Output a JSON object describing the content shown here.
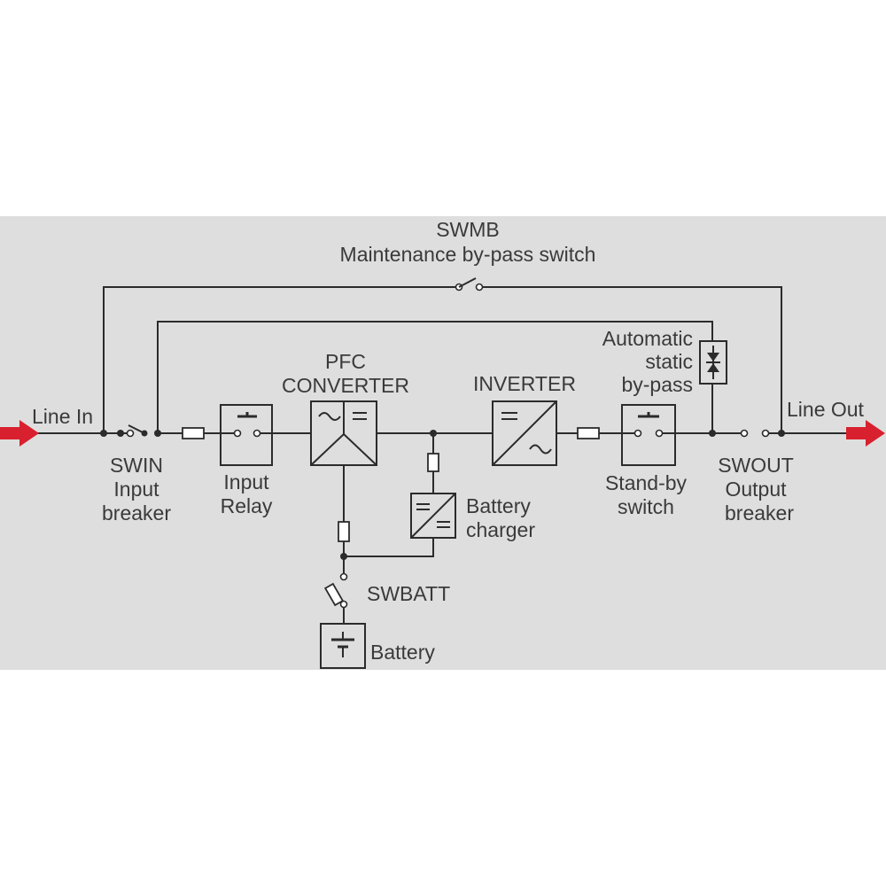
{
  "labels": {
    "swmb": "SWMB",
    "swmb_desc": "Maintenance by-pass switch",
    "line_in": "Line In",
    "line_out": "Line Out",
    "swin": "SWIN",
    "swin_l1": "Input",
    "swin_l2": "breaker",
    "input_relay_l1": "Input",
    "input_relay_l2": "Relay",
    "pfc_l1": "PFC",
    "pfc_l2": "CONVERTER",
    "inverter": "INVERTER",
    "bypass_l1": "Automatic",
    "bypass_l2": "static",
    "bypass_l3": "by-pass",
    "standby_l1": "Stand-by",
    "standby_l2": "switch",
    "swout": "SWOUT",
    "swout_l1": "Output",
    "swout_l2": "breaker",
    "charger_l1": "Battery",
    "charger_l2": "charger",
    "swbatt": "SWBATT",
    "battery": "Battery"
  },
  "colors": {
    "panel": "#dedede",
    "arrow": "#d8202e",
    "line": "#2b2b2b",
    "text": "#3a3a3a"
  }
}
